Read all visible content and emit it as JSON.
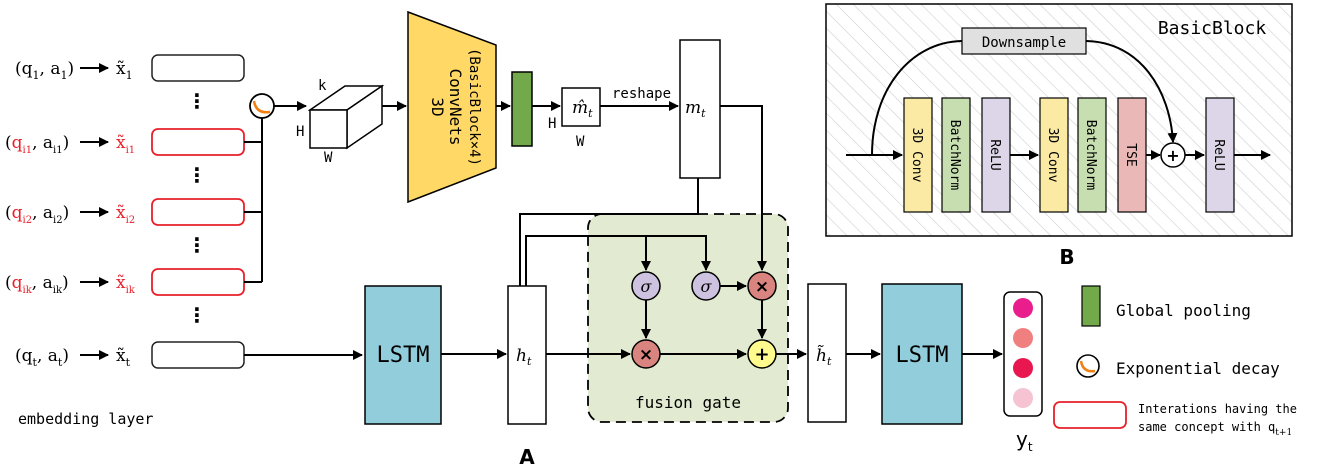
{
  "inputs": [
    {
      "q": "(q",
      "qsub": "1",
      "a": ", a",
      "asub": "1",
      "close": ")",
      "x": "x̃",
      "xsub": "1",
      "highlight": false
    },
    {
      "q": "(q",
      "qsub": "i1",
      "a": ", a",
      "asub": "i1",
      "close": ")",
      "x": "x̃",
      "xsub": "i1",
      "highlight": true
    },
    {
      "q": "(q",
      "qsub": "i2",
      "a": ", a",
      "asub": "i2",
      "close": ")",
      "x": "x̃",
      "xsub": "i2",
      "highlight": true
    },
    {
      "q": "(q",
      "qsub": "ik",
      "a": ", a",
      "asub": "ik",
      "close": ")",
      "x": "x̃",
      "xsub": "ik",
      "highlight": true
    },
    {
      "q": "(q",
      "qsub": "t",
      "a": ", a",
      "asub": "t",
      "close": ")",
      "x": "x̃",
      "xsub": "t",
      "highlight": false
    }
  ],
  "ellipsis": "⋮",
  "embedding_label": "embedding layer",
  "cube": {
    "k": "k",
    "h": "H",
    "w": "W"
  },
  "convnet": {
    "line1": "3D",
    "line2": "ConvNets",
    "line3": "(BasicBlock×4)"
  },
  "mhat": {
    "label": "m̂",
    "sub": "t",
    "h": "H",
    "w": "W"
  },
  "reshape_label": "reshape",
  "mt": {
    "label": "m",
    "sub": "t"
  },
  "ht": {
    "label": "h",
    "sub": "t"
  },
  "htilde": {
    "label": "h̃",
    "sub": "t"
  },
  "lstm1": "LSTM",
  "lstm2": "LSTM",
  "sigma": "σ",
  "times": "×",
  "plus": "+",
  "fusion_gate": "fusion gate",
  "label_a": "A",
  "label_b": "B",
  "output": {
    "label": "y",
    "sub": "t",
    "dots": [
      "#e91e8c",
      "#f08080",
      "#e8174f",
      "#f6c3d2"
    ]
  },
  "basic_block": {
    "title": "BasicBlock",
    "downsample": "Downsample",
    "layers": [
      "3D Conv",
      "BatchNorm",
      "ReLU",
      "3D Conv",
      "BatchNorm",
      "TSE",
      "ReLU"
    ],
    "plus": "+"
  },
  "legend": {
    "global_pooling": "Global pooling",
    "exp_decay": "Exponential decay",
    "interactions_line1": "Interations having the",
    "interactions_line2": "same concept with q",
    "interactions_sub": "t+1"
  },
  "colors": {
    "highlight": "#e8202a",
    "convnet": "#ffd866",
    "pool": "#72a94a",
    "lstm": "#92cddc",
    "fusion_bg": "#e2ebd1",
    "sigma": "#cdc3e0",
    "times": "#d9847e",
    "plus_node": "#fffb8c",
    "conv_layer": "#fbeaa4",
    "bn_layer": "#c7dfb0",
    "relu_layer": "#dcd6e8",
    "tse_layer": "#eab8b6"
  }
}
